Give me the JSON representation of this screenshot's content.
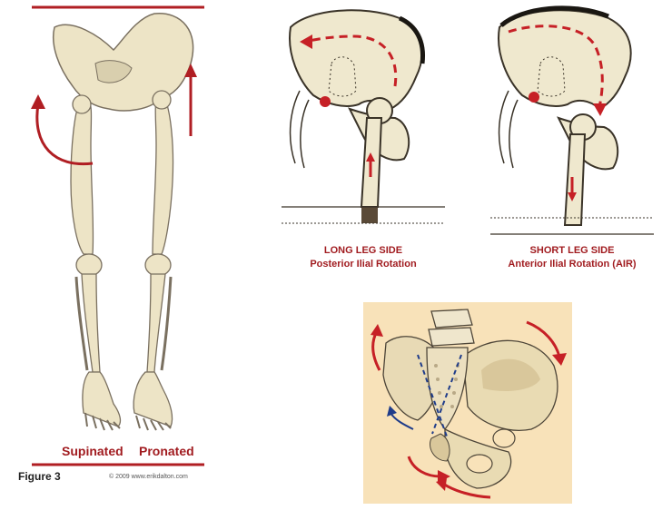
{
  "legs_panel": {
    "label_left": "Supinated",
    "label_right": "Pronated",
    "figure_label": "Figure 3",
    "copyright": "© 2009 www.erikdalton.com"
  },
  "long_leg_panel": {
    "title": "LONG LEG SIDE",
    "subtitle": "Posterior Ilial Rotation"
  },
  "short_leg_panel": {
    "title": "SHORT LEG SIDE",
    "subtitle": "Anterior Ilial Rotation (AIR)"
  },
  "colors": {
    "bone": "#ede4c6",
    "bone_outline": "#5b5346",
    "accent_red": "#b01e23",
    "pelvis_bg": "#f8e2b9",
    "dashed_blue": "#1f3c8a"
  }
}
